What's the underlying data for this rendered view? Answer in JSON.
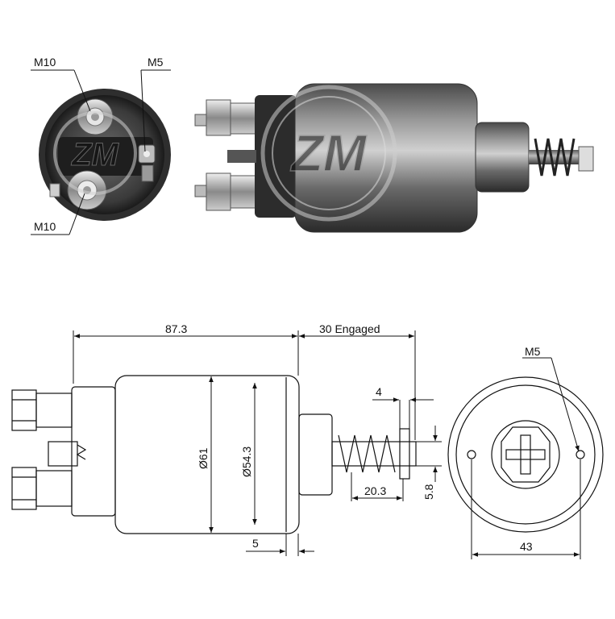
{
  "photo": {
    "callouts": {
      "top_left": "M10",
      "top_right": "M5",
      "bottom_left": "M10"
    },
    "watermark_logo": "ZM"
  },
  "drawing": {
    "overall_length": "87.3",
    "engaged_travel": "30 Engaged",
    "body_diameter": "Ø61",
    "inner_diameter": "Ø54.3",
    "flange_thickness": "5",
    "plunger_tip_width": "4",
    "spring_length": "20.3",
    "plunger_diameter": "5.8",
    "end_view_thread": "M5",
    "bolt_spacing": "43"
  },
  "colors": {
    "line": "#111111",
    "metal_dark": "#3a3a3a",
    "metal_mid": "#7a7a7a",
    "metal_light": "#c9c9c9",
    "copper": "#8a6a4a"
  }
}
